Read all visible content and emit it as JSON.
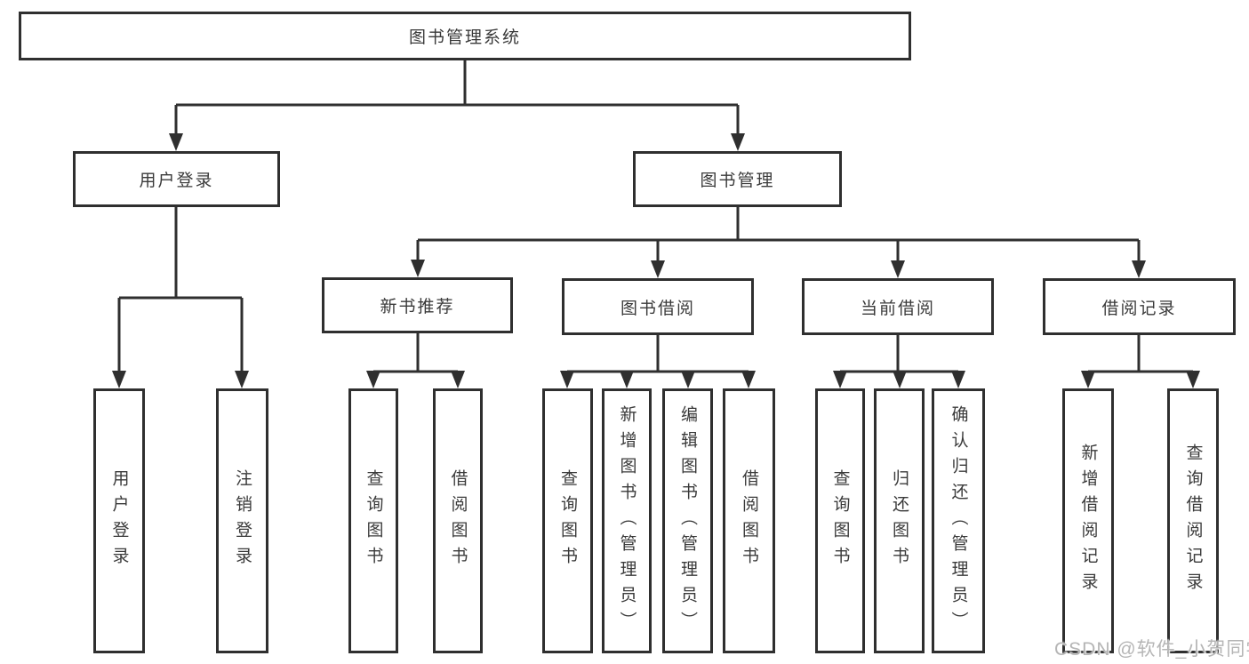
{
  "diagram": {
    "colors": {
      "line": "#2f2f2f",
      "border": "#2f2f2f",
      "text": "#3a3a3a",
      "background": "#ffffff",
      "watermark": "#b5b5b5"
    },
    "watermark": "CSDN @软件_小贺同学",
    "nodes": {
      "root": {
        "label": "图书管理系统"
      },
      "user_login": {
        "label": "用户登录"
      },
      "book_mgmt": {
        "label": "图书管理"
      },
      "new_book_rec": {
        "label": "新书推荐"
      },
      "book_borrow": {
        "label": "图书借阅"
      },
      "current_borrow": {
        "label": "当前借阅"
      },
      "borrow_records": {
        "label": "借阅记录"
      },
      "leaf_user_login": {
        "label": "用户登录"
      },
      "leaf_logout": {
        "label": "注销登录"
      },
      "leaf_query_books_rec": {
        "label": "查询图书"
      },
      "leaf_borrow_books_rec": {
        "label": "借阅图书"
      },
      "leaf_query_books_borrow": {
        "label": "查询图书"
      },
      "leaf_add_books": {
        "label": "新增图书（管理员）"
      },
      "leaf_edit_books": {
        "label": "编辑图书（管理员）"
      },
      "leaf_borrow_books_borrow": {
        "label": "借阅图书"
      },
      "leaf_query_books_current": {
        "label": "查询图书"
      },
      "leaf_return_books": {
        "label": "归还图书"
      },
      "leaf_confirm_return": {
        "label": "确认归还（管理员）"
      },
      "leaf_add_borrow_record": {
        "label": "新增借阅记录"
      },
      "leaf_query_borrow_record": {
        "label": "查询借阅记录"
      }
    },
    "hierarchy": {
      "图书管理系统": {
        "用户登录": [
          "用户登录",
          "注销登录"
        ],
        "图书管理": {
          "新书推荐": [
            "查询图书",
            "借阅图书"
          ],
          "图书借阅": [
            "查询图书",
            "新增图书（管理员）",
            "编辑图书（管理员）",
            "借阅图书"
          ],
          "当前借阅": [
            "查询图书",
            "归还图书",
            "确认归还（管理员）"
          ],
          "借阅记录": [
            "新增借阅记录",
            "查询借阅记录"
          ]
        }
      }
    }
  }
}
